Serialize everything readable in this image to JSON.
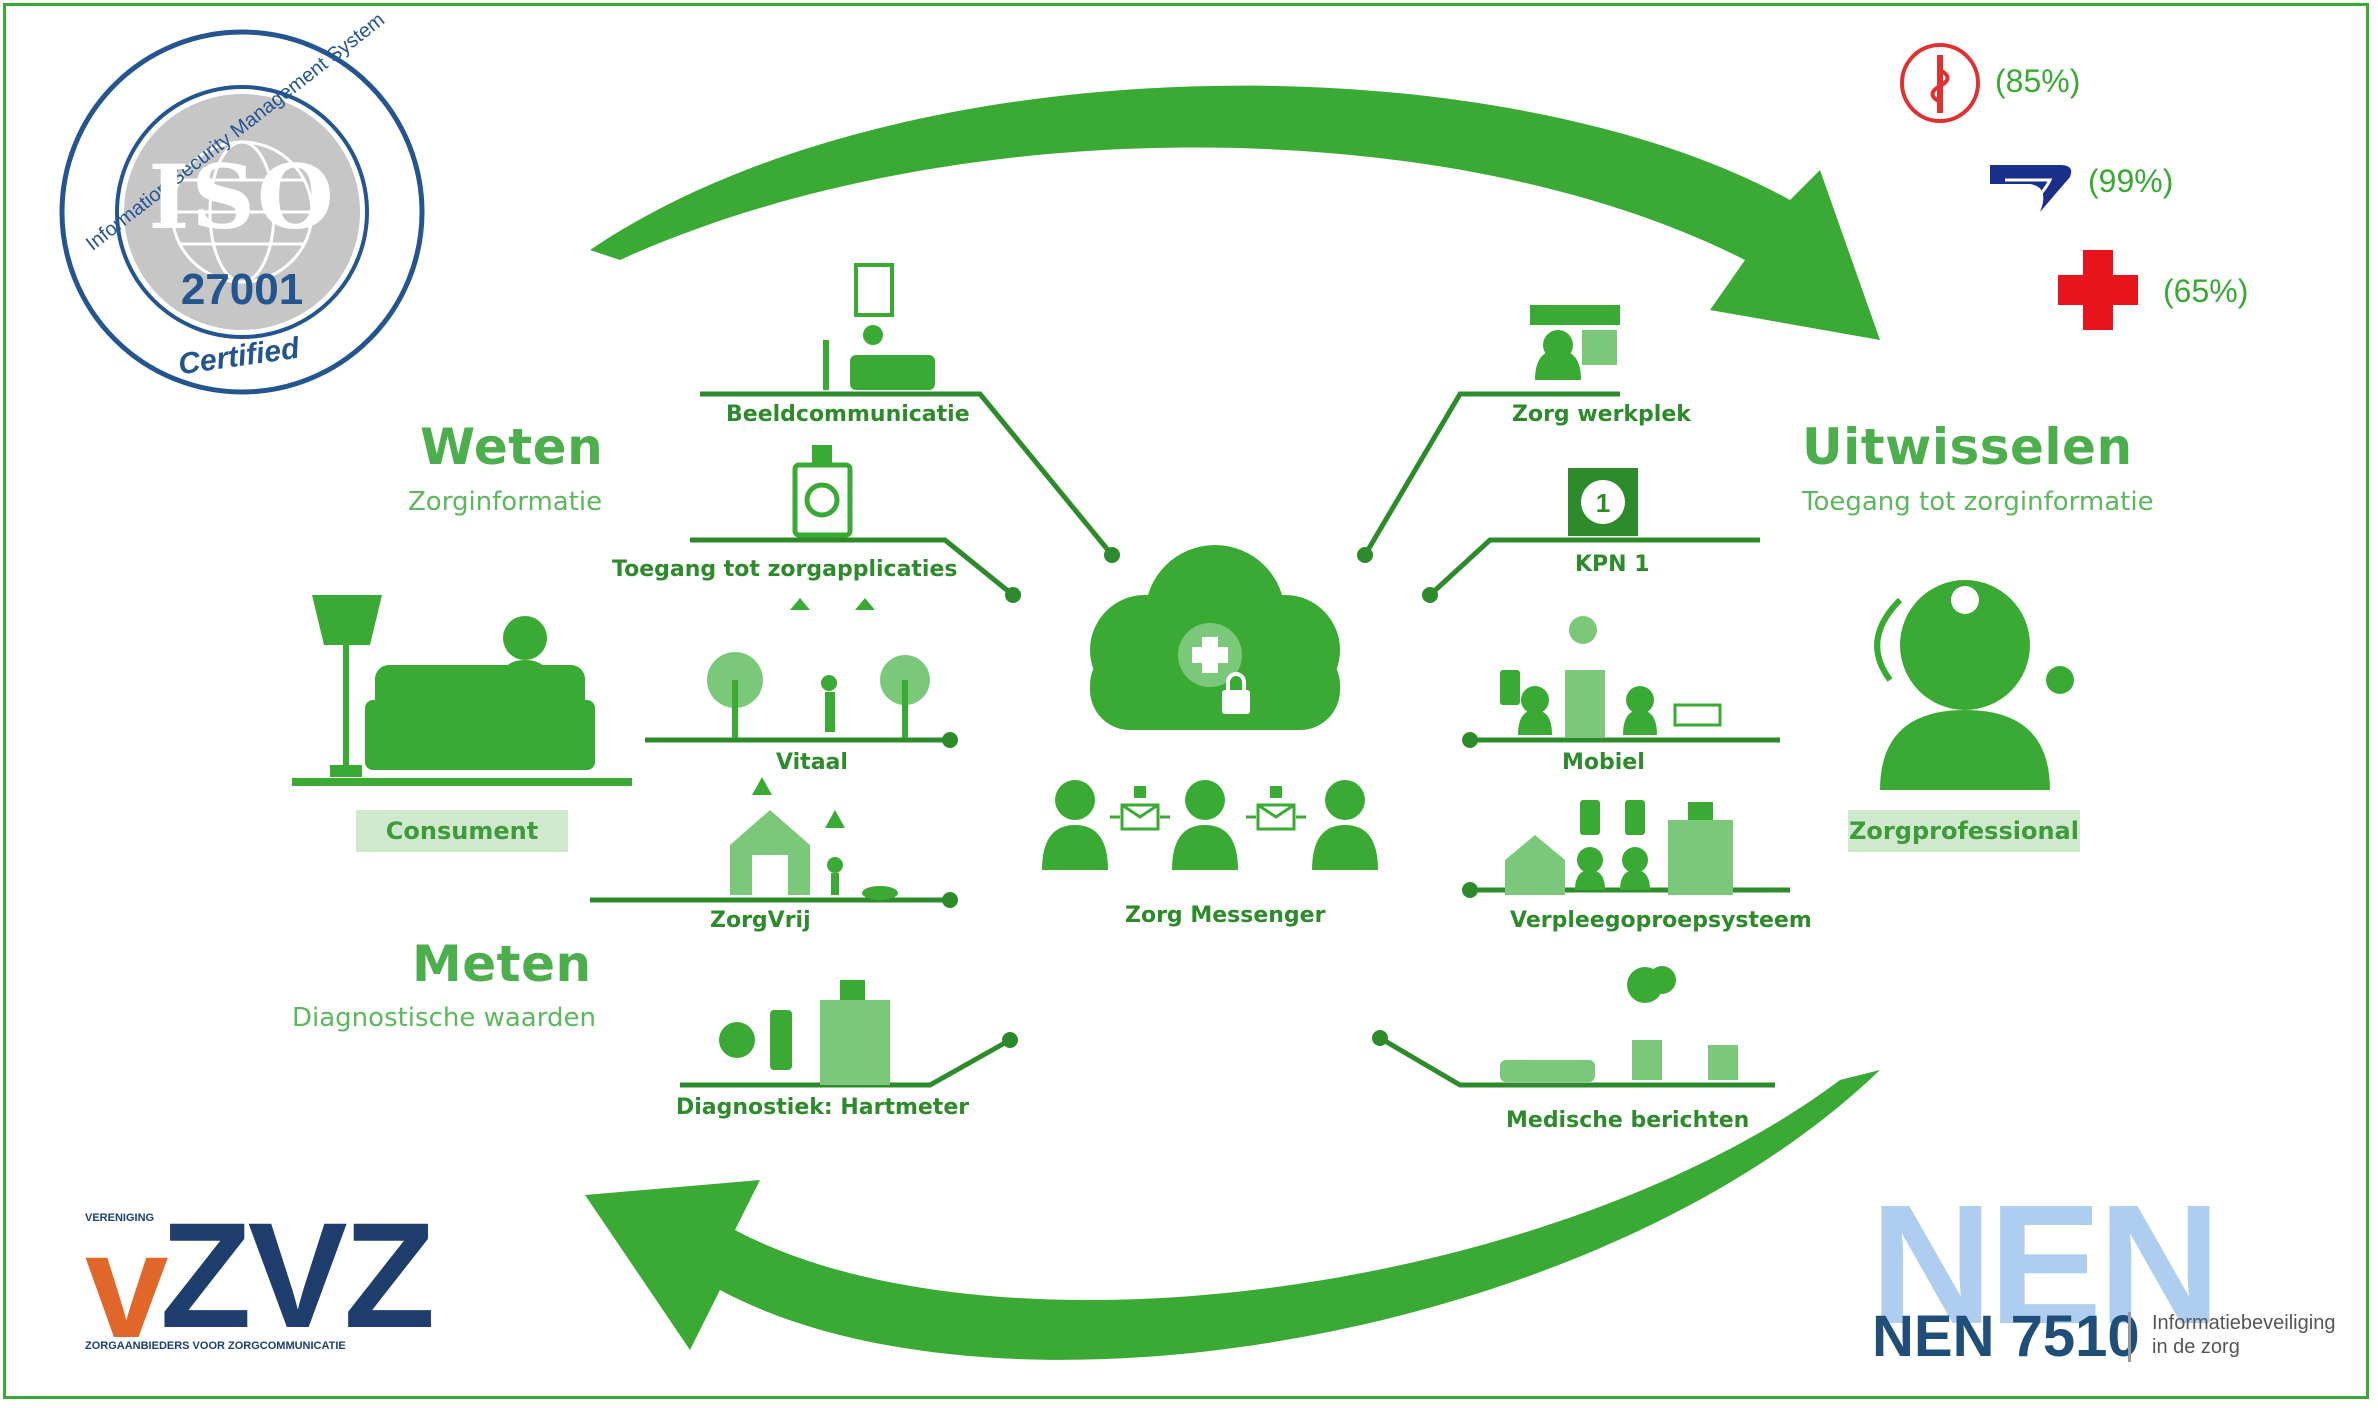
{
  "certifications": {
    "iso": {
      "ring_text": "Information Security Management System",
      "iso_label": "ISO",
      "standard": "27001",
      "status": "Certified"
    },
    "vzvz": {
      "top": "VERENIGING",
      "logo": "vZVZ",
      "letter_v": "v",
      "letters": "ZVZ",
      "bottom": "ZORGAANBIEDERS VOOR ZORGCOMMUNICATIE"
    },
    "nen": {
      "logo": "NEN",
      "title": "NEN 7510",
      "subtitle_line1": "Informatiebeveiliging",
      "subtitle_line2": "in de zorg"
    }
  },
  "scores": [
    {
      "icon": "caduceus-icon",
      "value": "(85%)",
      "color": "#e03030"
    },
    {
      "icon": "wing-logo-icon",
      "value": "(99%)",
      "color": "#1a2f8a"
    },
    {
      "icon": "red-cross-icon",
      "value": "(65%)",
      "color": "#e8141c"
    }
  ],
  "sections": {
    "weten": {
      "title": "Weten",
      "subtitle": "Zorginformatie"
    },
    "meten": {
      "title": "Meten",
      "subtitle": "Diagnostische waarden"
    },
    "uitwisselen": {
      "title": "Uitwisselen",
      "subtitle": "Toegang tot zorginformatie"
    }
  },
  "actors": {
    "consumer": "Consument",
    "professional": "Zorgprofessional"
  },
  "services_left": [
    "Beeldcommunicatie",
    "Toegang tot zorgapplicaties",
    "Vitaal",
    "ZorgVrij",
    "Diagnostiek: Hartmeter"
  ],
  "services_right": [
    "Zorg werkplek",
    "KPN 1",
    "Mobiel",
    "Verpleegoproepsysteem",
    "Medische berichten"
  ],
  "center": {
    "label": "Zorg Messenger",
    "kpn_badge": "1"
  },
  "colors": {
    "primary_green": "#3aaa35",
    "dark_green": "#2e8b2b",
    "light_green": "#cfe9cd"
  }
}
